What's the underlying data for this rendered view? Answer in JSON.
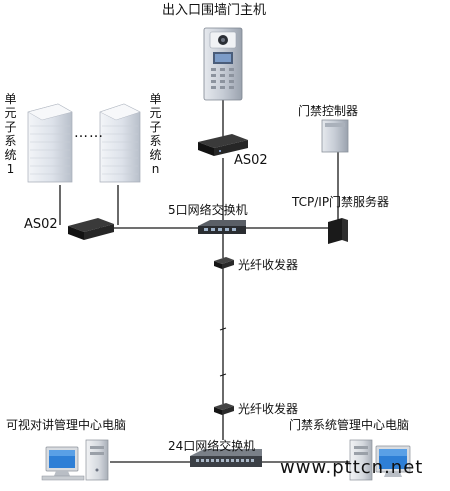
{
  "labels": {
    "door_station": "出入口围墙门主机",
    "access_controller": "门禁控制器",
    "unit_system_1": "单元子系统1",
    "unit_system_n": "单元子系统n",
    "as02_top": "AS02",
    "as02_left": "AS02",
    "switch_5": "5口网络交换机",
    "tcpip_server": "TCP/IP门禁服务器",
    "fiber_top": "光纤收发器",
    "fiber_bottom": "光纤收发器",
    "intercom_pc": "可视对讲管理中心电脑",
    "access_pc": "门禁系统管理中心电脑",
    "switch_24": "24口网络交换机",
    "dots": "……",
    "watermark": "www.pttcn.net"
  },
  "colors": {
    "line": "#1a1a1a",
    "device_dark": "#1b1b1b",
    "building": "#e4e8ee",
    "panel_silver": "#c9ced6",
    "monitor_blue": "#2e7fd6"
  }
}
